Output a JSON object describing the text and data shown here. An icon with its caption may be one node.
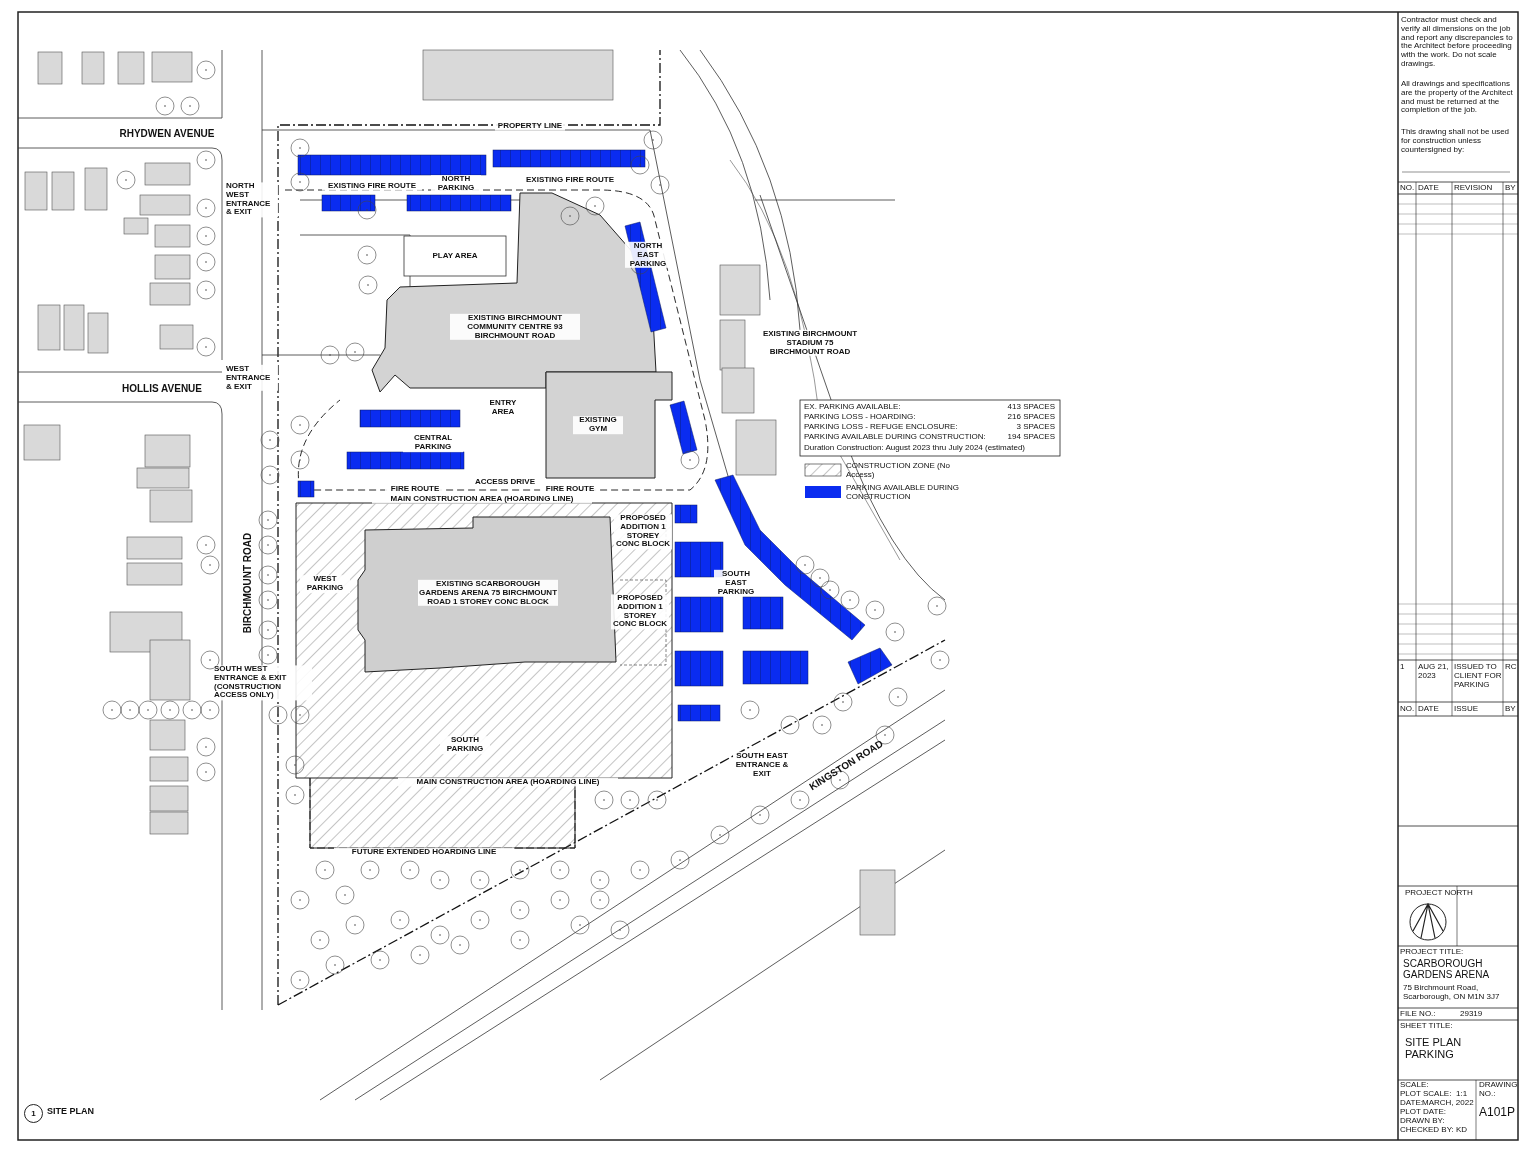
{
  "diagram": {
    "labels": [
      "RHYDWEN AVENUE",
      "HOLLIS AVENUE",
      "BIRCHMOUNT ROAD",
      "KINGSTON ROAD",
      "NORTH WEST ENTRANCE & EXIT",
      "WEST ENTRANCE & EXIT",
      "SOUTH WEST ENTRANCE & EXIT (CONSTRUCTION ACCESS ONLY)",
      "PROPERTY LINE",
      "EXISTING FIRE ROUTE",
      "NORTH PARKING",
      "EXISTING FIRE ROUTE",
      "PLAY AREA",
      "NORTH EAST PARKING",
      "EXISTING BIRCHMOUNT COMMUNITY CENTRE 93 BIRCHMOUNT ROAD",
      "ENTRY AREA",
      "EXISTING GYM",
      "CENTRAL PARKING",
      "ACCESS DRIVE",
      "FIRE ROUTE",
      "FIRE ROUTE",
      "MAIN CONSTRUCTION AREA (HOARDING LINE)",
      "WEST PARKING",
      "EXISTING SCARBOROUGH GARDENS ARENA 75 BIRCHMOUNT ROAD 1 STOREY CONC BLOCK",
      "PROPOSED ADDITION 1 STOREY CONC BLOCK",
      "PROPOSED ADDITION 1 STOREY CONC BLOCK",
      "SOUTH EAST PARKING",
      "EXISTING BIRCHMOUNT STADIUM 75 BIRCHMOUNT ROAD",
      "SOUTH PARKING",
      "MAIN CONSTRUCTION AREA (HOARDING LINE)",
      "FUTURE EXTENDED HOARDING LINE",
      "SOUTH EAST ENTRANCE & EXIT",
      "EX. PARKING AVAILABLE:",
      "413 SPACES",
      "PARKING LOSS - HOARDING:",
      "216 SPACES",
      "PARKING LOSS - REFUGE ENCLOSURE:",
      "3 SPACES",
      "PARKING AVAILABLE DURING CONSTRUCTION:",
      "194 SPACES",
      "Duration Construction: August 2023 thru July 2024 (estimated)",
      "Contractor must check and verify all dimensions on the job and report any discrepancies to the Architect before proceeding with the work. Do not scale drawings.",
      "All drawings and specifications are the property of the Architect and must be returned at the completion of the job.",
      "This drawing shall not be used for construction unless countersigned by:",
      "NO.",
      "DATE",
      "REVISION",
      "BY",
      "1",
      "AUG 21, 2023",
      "ISSUED TO CLIENT FOR PARKING",
      "RC",
      "NO.",
      "DATE",
      "ISSUE",
      "BY",
      "PROJECT NORTH",
      "PROJECT TITLE:",
      "SCARBOROUGH GARDENS ARENA",
      "75 Birchmount Road, Scarborough, ON M1N 3J7",
      "FILE NO.:",
      "29319",
      "SHEET TITLE:",
      "SITE PLAN PARKING",
      "SCALE:",
      "PLOT SCALE:",
      "1:1",
      "DRAWING NO.:",
      "DATE:",
      "MARCH, 2022",
      "PLOT DATE:",
      "DRAWN BY:",
      "CHECKED BY:",
      "KD",
      "A101P",
      "1",
      "SITE PLAN"
    ],
    "legend": [
      {
        "text": "CONSTRUCTION ZONE (No Access)"
      },
      {
        "text": "PARKING AVAILABLE DURING CONSTRUCTION",
        "color": "#0a2cf0"
      }
    ]
  }
}
